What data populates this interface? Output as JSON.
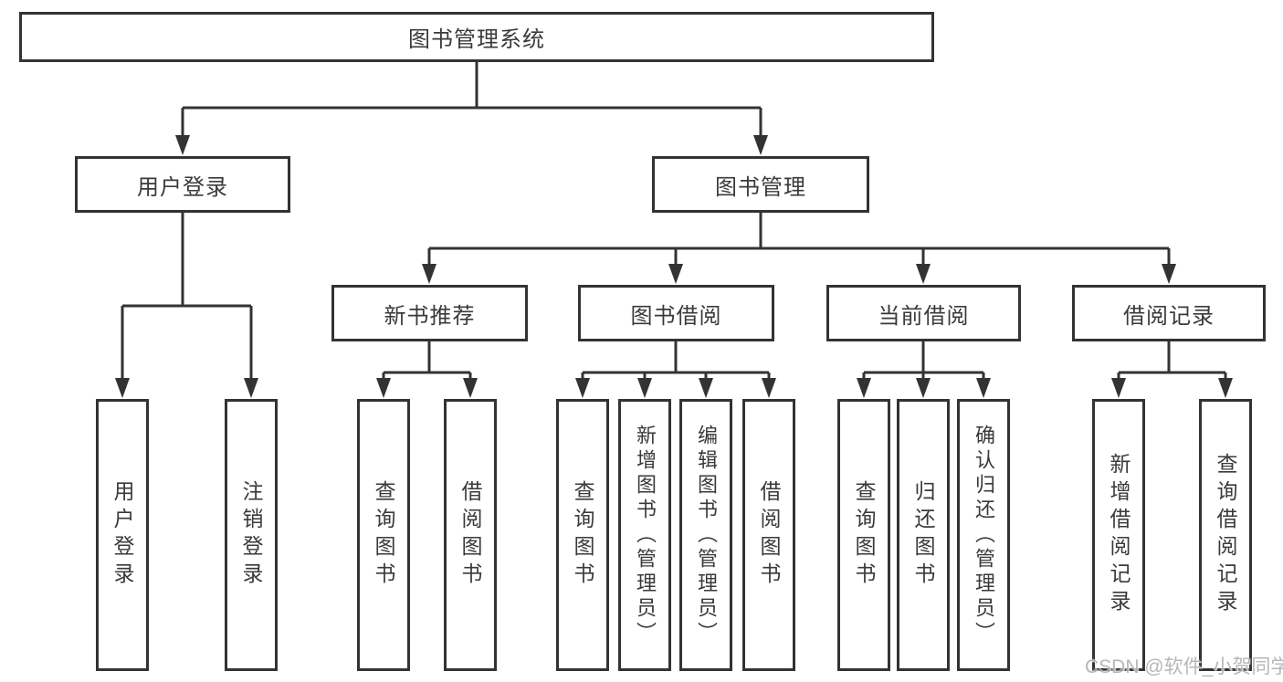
{
  "diagram_title": "图书管理系统",
  "watermark": "CSDN @软件_小贺同学",
  "colors": {
    "line": "#333333",
    "text": "#3a3a3a",
    "box_bg": "#ffffff",
    "watermark": "#aaaaaa"
  },
  "nodes": {
    "root": {
      "label": "图书管理系统"
    },
    "user_login": {
      "label": "用户登录"
    },
    "book_mgmt": {
      "label": "图书管理"
    },
    "new_book": {
      "label": "新书推荐"
    },
    "book_borrow": {
      "label": "图书借阅"
    },
    "cur_borrow": {
      "label": "当前借阅"
    },
    "borrow_rec": {
      "label": "借阅记录"
    },
    "leaf_user_login": {
      "label": "用户登录"
    },
    "leaf_logout": {
      "label": "注销登录"
    },
    "leaf_nbr_query": {
      "label": "查询图书"
    },
    "leaf_nbr_borrow": {
      "label": "借阅图书"
    },
    "leaf_bb_query": {
      "label": "查询图书"
    },
    "leaf_bb_add": {
      "label": "新增图书（管理员）"
    },
    "leaf_bb_edit": {
      "label": "编辑图书（管理员）"
    },
    "leaf_bb_borrow": {
      "label": "借阅图书"
    },
    "leaf_cb_query": {
      "label": "查询图书"
    },
    "leaf_cb_return": {
      "label": "归还图书"
    },
    "leaf_cb_confirm": {
      "label": "确认归还（管理员）"
    },
    "leaf_br_add": {
      "label": "新增借阅记录"
    },
    "leaf_br_query": {
      "label": "查询借阅记录"
    }
  },
  "hierarchy": {
    "图书管理系统": {
      "用户登录": [
        "用户登录",
        "注销登录"
      ],
      "图书管理": {
        "新书推荐": [
          "查询图书",
          "借阅图书"
        ],
        "图书借阅": [
          "查询图书",
          "新增图书（管理员）",
          "编辑图书（管理员）",
          "借阅图书"
        ],
        "当前借阅": [
          "查询图书",
          "归还图书",
          "确认归还（管理员）"
        ],
        "借阅记录": [
          "新增借阅记录",
          "查询借阅记录"
        ]
      }
    }
  }
}
